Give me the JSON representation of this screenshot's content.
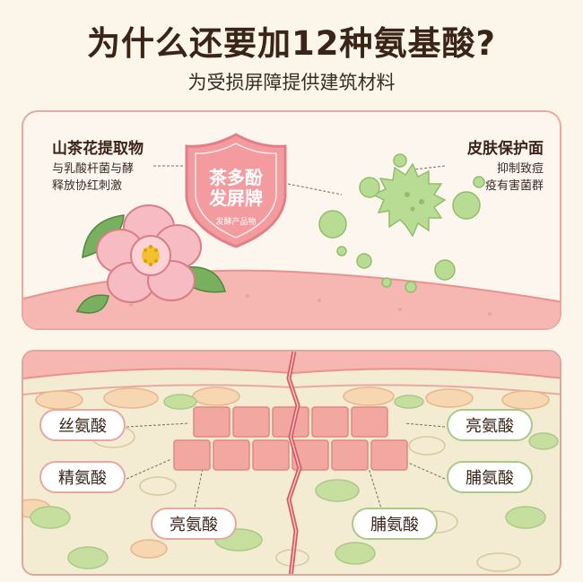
{
  "header": {
    "title": "为什么还要加12种氨基酸?",
    "subtitle": "为受损屏障提供建筑材料"
  },
  "top": {
    "left_heading": "山茶花提取物",
    "left_desc_1": "与乳酸杆菌与酵",
    "left_desc_2": "释放协红刺激",
    "shield_line_1": "茶多酚",
    "shield_line_2": "发屏牌",
    "shield_small": "发酵产品物",
    "right_heading": "皮肤保护面",
    "right_desc_1": "抑制致痘",
    "right_desc_2": "疫有害菌群"
  },
  "bottom": {
    "labels_left": [
      "丝氨酸",
      "精氨酸"
    ],
    "label_bottom_left": "亮氨酸",
    "labels_right": [
      "亮氨酸",
      "脯氨酸"
    ],
    "label_bottom_right": "脯氨酸"
  },
  "colors": {
    "pink_border": "#e6a7a0",
    "green_border": "#a8c98a",
    "brick": "#f2a7a0",
    "bacteria": "#b9dc94"
  }
}
